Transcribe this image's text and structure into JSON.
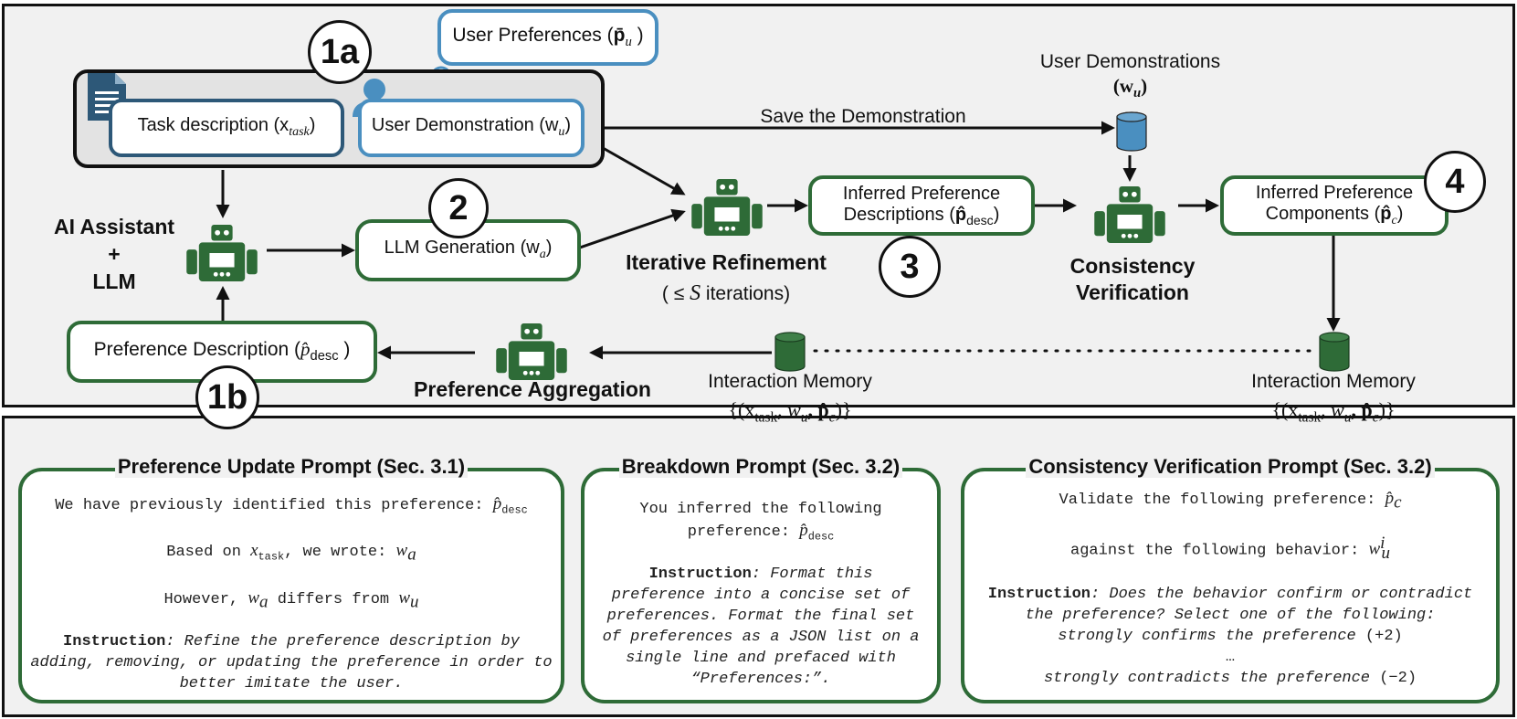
{
  "top": {
    "box_task": "Task description (x",
    "box_task_sub": "task",
    "box_demo": "User Demonstration (w",
    "box_demo_sub": "u",
    "pref_bubble": "User Preferences (",
    "pref_bubble_sym": "p̄",
    "pref_bubble_sub": "u",
    "user_demos_label": "User Demonstrations",
    "user_demos_sym": "(w",
    "user_demos_sub": "u",
    "save_label": "Save the Demonstration",
    "ai_assistant": "AI Assistant",
    "plus": "+",
    "llm": "LLM",
    "llm_gen": "LLM Generation (w",
    "llm_gen_sub": "a",
    "iter_title": "Iterative Refinement",
    "iter_sub_a": "( ≤ ",
    "iter_sub_s": "S",
    "iter_sub_b": " iterations)",
    "inferred_desc_1": "Inferred Preference",
    "inferred_desc_2": "Descriptions (",
    "inferred_desc_sym": "p̂",
    "inferred_desc_sub": "desc",
    "consistency_1": "Consistency",
    "consistency_2": "Verification",
    "inferred_comp_1": "Inferred Preference",
    "inferred_comp_2": "Components (",
    "inferred_comp_sym": "p̂",
    "inferred_comp_sub": "c",
    "pref_desc": "Preference Description (",
    "pref_desc_sym": "p̂",
    "pref_desc_sub": "desc",
    "pref_agg": "Preference Aggregation",
    "mem_label": "Interaction Memory",
    "mem_formula": "{(x",
    "mem_formula_sub": "task",
    "mem_formula_rest": ", w",
    "mem_formula_rest_sub": "u",
    "mem_formula_tail": ", p̂",
    "mem_formula_tail_sub": "c",
    "mem_formula_end": ")}",
    "num_1a": "1a",
    "num_1b": "1b",
    "num_2": "2",
    "num_3": "3",
    "num_4": "4"
  },
  "prompts": [
    {
      "title": "Preference Update Prompt (Sec. 3.1)",
      "l1": "We have previously identified this preference: ",
      "l1_sym": "p̂",
      "l1_sub": "desc",
      "l2": "Based on ",
      "l2_x": "x",
      "l2_sub": "task",
      "l2_b": ", we wrote: ",
      "l2_w": "w",
      "l2_wsub": "a",
      "l3_a": "However, ",
      "l3_w1": "w",
      "l3_w1sub": "a",
      "l3_b": " differs from ",
      "l3_w2": "w",
      "l3_w2sub": "u",
      "instr_label": "Instruction",
      "instr_text": ": Refine the preference description by adding, removing, or updating the preference in order to better imitate the user."
    },
    {
      "title": "Breakdown Prompt (Sec. 3.2)",
      "l1": "You inferred the following preference: ",
      "l1_sym": "p̂",
      "l1_sub": "desc",
      "instr_label": "Instruction",
      "instr_text": ": Format this preference into a concise set of preferences. Format the final set of preferences as a JSON list on a single line and prefaced with “Preferences:”."
    },
    {
      "title": "Consistency Verification Prompt (Sec. 3.2)",
      "l1": "Validate the following preference: ",
      "l1_sym": "p̂",
      "l1_sub": "c",
      "l2": "against the following behavior: ",
      "l2_w": "w",
      "l2_sup": "i",
      "l2_sub": "u",
      "instr_label": "Instruction",
      "instr_text": ": Does the behavior confirm or contradict the preference? Select one of the following:",
      "opt1": "strongly confirms the preference",
      "opt1_val": " (+2)",
      "ellipsis": "…",
      "opt2": "strongly contradicts the preference",
      "opt2_val": " (−2)"
    }
  ],
  "colors": {
    "green": "#2e6b37",
    "blue": "#4a8fc0",
    "dark_blue": "#2d5878",
    "robot": "#2e6b37",
    "db_blue": "#4a8fc0"
  },
  "icons": [
    "document-icon",
    "user-icon",
    "robot-icon",
    "database-icon",
    "thought-bubble-icon"
  ]
}
